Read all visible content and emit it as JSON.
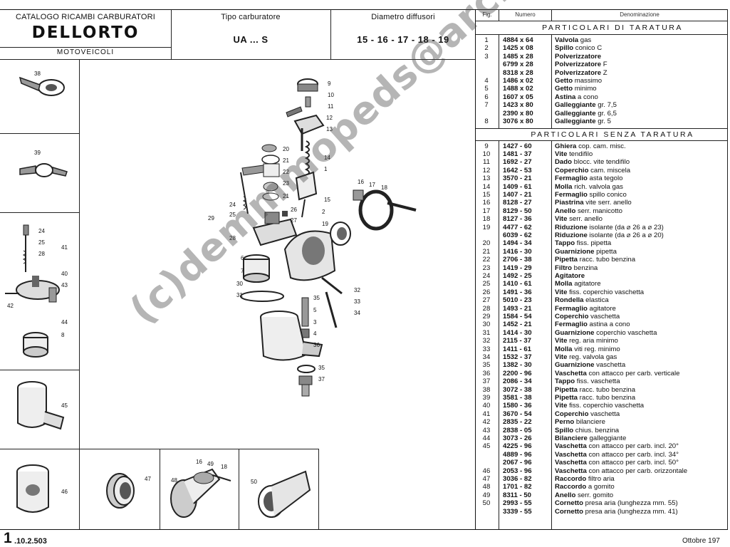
{
  "header": {
    "catalog": "CATALOGO RICAMBI CARBURATORI",
    "brand": "DELLORTO",
    "category": "MOTOVEICOLI",
    "type_label": "Tipo carburatore",
    "type_value": "UA ... S",
    "diam_label": "Diametro diffusori",
    "diam_value": "15 - 16 - 17 - 18 - 19"
  },
  "table": {
    "col_fig": "Fig.",
    "col_num": "Numero",
    "col_den": "Denominazione",
    "section1": "PARTICOLARI DI TARATURA",
    "section2": "PARTICOLARI SENZA TARATURA",
    "rows1": [
      {
        "fig": "1",
        "num": "4884 x 64",
        "den": "Valvola gas"
      },
      {
        "fig": "2",
        "num": "1425 x 08",
        "den": "Spillo conico C"
      },
      {
        "fig": "3",
        "num": "1485 x 28",
        "den": "Polverizzatore"
      },
      {
        "fig": "",
        "num": "6799 x 28",
        "den": "Polverizzatore F"
      },
      {
        "fig": "",
        "num": "8318 x 28",
        "den": "Polverizzatore Z"
      },
      {
        "fig": "4",
        "num": "1486 x 02",
        "den": "Getto massimo"
      },
      {
        "fig": "5",
        "num": "1488 x 02",
        "den": "Getto minimo"
      },
      {
        "fig": "6",
        "num": "1607 x 05",
        "den": "Astina a cono"
      },
      {
        "fig": "7",
        "num": "1423 x 80",
        "den": "Galleggiante gr. 7,5"
      },
      {
        "fig": "",
        "num": "2390 x 80",
        "den": "Galleggiante gr. 6,5"
      },
      {
        "fig": "8",
        "num": "3076 x 80",
        "den": "Galleggiante gr. 5"
      }
    ],
    "rows2": [
      {
        "fig": "9",
        "num": "1427 - 60",
        "den": "Ghiera cop. cam. misc."
      },
      {
        "fig": "10",
        "num": "1481 - 37",
        "den": "Vite tendifilo"
      },
      {
        "fig": "11",
        "num": "1692 - 27",
        "den": "Dado blocc. vite tendifilo"
      },
      {
        "fig": "12",
        "num": "1642 - 53",
        "den": "Coperchio cam. miscela"
      },
      {
        "fig": "13",
        "num": "3570 - 21",
        "den": "Fermaglio asta tegolo"
      },
      {
        "fig": "14",
        "num": "1409 - 61",
        "den": "Molla rich. valvola gas"
      },
      {
        "fig": "15",
        "num": "1407 - 21",
        "den": "Fermaglio spillo conico"
      },
      {
        "fig": "16",
        "num": "8128 - 27",
        "den": "Piastrina vite serr. anello"
      },
      {
        "fig": "17",
        "num": "8129 - 50",
        "den": "Anello serr. manicotto"
      },
      {
        "fig": "18",
        "num": "8127 - 36",
        "den": "Vite serr. anello"
      },
      {
        "fig": "19",
        "num": "4477 - 62",
        "den": "Riduzione isolante (da ⌀ 26 a ⌀ 23)"
      },
      {
        "fig": "",
        "num": "6039 - 62",
        "den": "Riduzione isolante (da ⌀ 26 a ⌀ 20)"
      },
      {
        "fig": "20",
        "num": "1494 - 34",
        "den": "Tappo fiss. pipetta"
      },
      {
        "fig": "21",
        "num": "1416 - 30",
        "den": "Guarnizione pipetta"
      },
      {
        "fig": "22",
        "num": "2706 - 38",
        "den": "Pipetta racc. tubo benzina"
      },
      {
        "fig": "23",
        "num": "1419 - 29",
        "den": "Filtro benzina"
      },
      {
        "fig": "24",
        "num": "1492 - 25",
        "den": "Agitatore"
      },
      {
        "fig": "25",
        "num": "1410 - 61",
        "den": "Molla agitatore"
      },
      {
        "fig": "26",
        "num": "1491 - 36",
        "den": "Vite fiss. coperchio vaschetta"
      },
      {
        "fig": "27",
        "num": "5010 - 23",
        "den": "Rondella elastica"
      },
      {
        "fig": "28",
        "num": "1493 - 21",
        "den": "Fermaglio agitatore"
      },
      {
        "fig": "29",
        "num": "1584 - 54",
        "den": "Coperchio vaschetta"
      },
      {
        "fig": "30",
        "num": "1452 - 21",
        "den": "Fermaglio astina a cono"
      },
      {
        "fig": "31",
        "num": "1414 - 30",
        "den": "Guarnizione coperchio vaschetta"
      },
      {
        "fig": "32",
        "num": "2115 - 37",
        "den": "Vite reg. aria minimo"
      },
      {
        "fig": "33",
        "num": "1411 - 61",
        "den": "Molla viti reg. minimo"
      },
      {
        "fig": "34",
        "num": "1532 - 37",
        "den": "Vite reg. valvola gas"
      },
      {
        "fig": "35",
        "num": "1382 - 30",
        "den": "Guarnizione vaschetta"
      },
      {
        "fig": "36",
        "num": "2200 - 96",
        "den": "Vaschetta con attacco per carb. verticale"
      },
      {
        "fig": "37",
        "num": "2086 - 34",
        "den": "Tappo fiss. vaschetta"
      },
      {
        "fig": "38",
        "num": "3072 - 38",
        "den": "Pipetta racc. tubo benzina"
      },
      {
        "fig": "39",
        "num": "3581 - 38",
        "den": "Pipetta racc. tubo benzina"
      },
      {
        "fig": "40",
        "num": "1580 - 36",
        "den": "Vite fiss. coperchio vaschetta"
      },
      {
        "fig": "41",
        "num": "3670 - 54",
        "den": "Coperchio vaschetta"
      },
      {
        "fig": "42",
        "num": "2835 - 22",
        "den": "Perno bilanciere"
      },
      {
        "fig": "43",
        "num": "2838 - 05",
        "den": "Spillo chius. benzina"
      },
      {
        "fig": "44",
        "num": "3073 - 26",
        "den": "Bilanciere galleggiante"
      },
      {
        "fig": "45",
        "num": "4225 - 96",
        "den": "Vaschetta con attacco per carb. incl. 20°"
      },
      {
        "fig": "",
        "num": "4889 - 96",
        "den": "Vaschetta con attacco per carb. incl. 34°"
      },
      {
        "fig": "",
        "num": "2067 - 96",
        "den": "Vaschetta con attacco per carb. incl. 50°"
      },
      {
        "fig": "46",
        "num": "2053 - 96",
        "den": "Vaschetta con attacco per carb. orizzontale"
      },
      {
        "fig": "47",
        "num": "3036 - 82",
        "den": "Raccordo filtro aria"
      },
      {
        "fig": "48",
        "num": "1701 - 82",
        "den": "Raccordo a gomito"
      },
      {
        "fig": "49",
        "num": "8311 - 50",
        "den": "Anello serr. gomito"
      },
      {
        "fig": "50",
        "num": "2993 - 55",
        "den": "Cornetto presa aria (lunghezza mm. 55)"
      },
      {
        "fig": "",
        "num": "3339 - 55",
        "den": "Cornetto presa aria (lunghezza mm. 41)"
      }
    ]
  },
  "footer": {
    "page_big": "1",
    "page_code": ".10.2.503",
    "date": "Ottobre 197"
  },
  "watermark": "(c)demmmopeds@arch",
  "callouts": {
    "c1": "1",
    "c2": "2",
    "c3": "3",
    "c4": "4",
    "c5": "5",
    "c6": "6",
    "c7": "7",
    "c8": "8",
    "c9": "9",
    "c10": "10",
    "c11": "11",
    "c12": "12",
    "c13": "13",
    "c14": "14",
    "c15": "15",
    "c16": "16",
    "c17": "17",
    "c18": "18",
    "c19": "19",
    "c20": "20",
    "c21": "21",
    "c22": "22",
    "c23": "23",
    "c24": "24",
    "c25": "25",
    "c26": "26",
    "c27": "27",
    "c28": "28",
    "c29": "29",
    "c30": "30",
    "c31": "31",
    "c32": "32",
    "c33": "33",
    "c34": "34",
    "c35": "35",
    "c36": "36",
    "c37": "37",
    "c38": "38",
    "c39": "39",
    "c40": "40",
    "c41": "41",
    "c42": "42",
    "c43": "43",
    "c44": "44",
    "c45": "45",
    "c46": "46",
    "c47": "47",
    "c48": "48",
    "c49": "49",
    "c50": "50"
  }
}
